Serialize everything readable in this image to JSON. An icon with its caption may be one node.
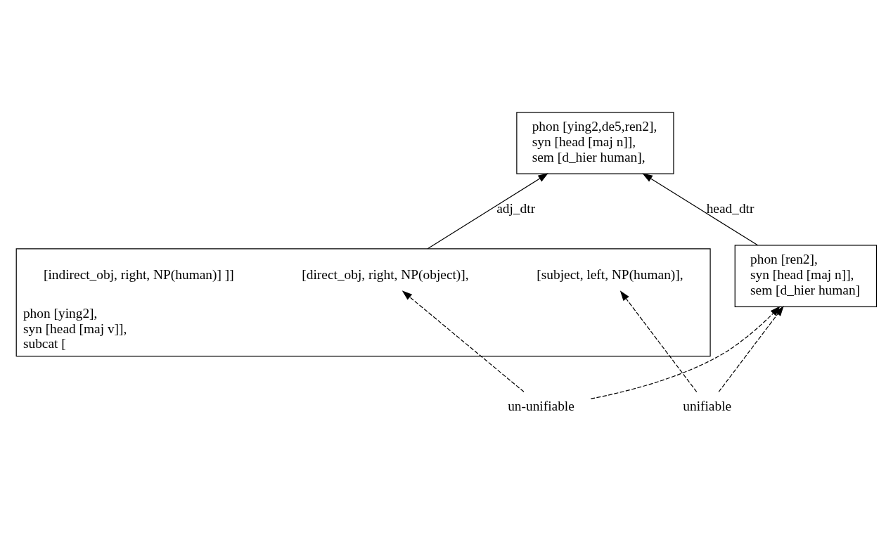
{
  "diagram": {
    "nodes": [
      {
        "text": [
          "phon [ying2,de5,ren2],",
          "syn [head [maj n]],",
          "sem [d_hier human],"
        ]
      },
      {
        "text": [
          "phon [ying2],",
          "syn [head [maj v]],",
          "subcat ["
        ]
      },
      {
        "text": [
          "[direct_obj, right, NP(object)],"
        ],
        "in": 1
      },
      {
        "text": [
          "[subject, left, NP(human)],"
        ],
        "in": 1
      },
      {
        "text": [
          "[indirect_obj, right, NP(human)] ]]"
        ],
        "in": 1
      },
      {
        "text": [
          "phon [ren2],",
          "syn [head [maj n]],",
          "sem [d_hier human]"
        ]
      },
      {
        "text": [
          "un-unifiable"
        ]
      },
      {
        "text": [
          "unifiable"
        ]
      }
    ],
    "edges": [
      {
        "from": 1,
        "to": 0,
        "arrow": "to",
        "label": "adj_dtr"
      },
      {
        "from": 5,
        "to": 0,
        "arrow": "to",
        "label": "head_dtr"
      },
      {
        "from": 6,
        "to": 2,
        "arrow": "to",
        "style": "dashed"
      },
      {
        "from": 6,
        "to": 5,
        "arrow": "to",
        "style": "dashed"
      },
      {
        "from": 7,
        "to": 3,
        "arrow": "to",
        "style": "dashed"
      },
      {
        "from": 7,
        "to": 5,
        "arrow": "to",
        "style": "dashed"
      }
    ]
  }
}
